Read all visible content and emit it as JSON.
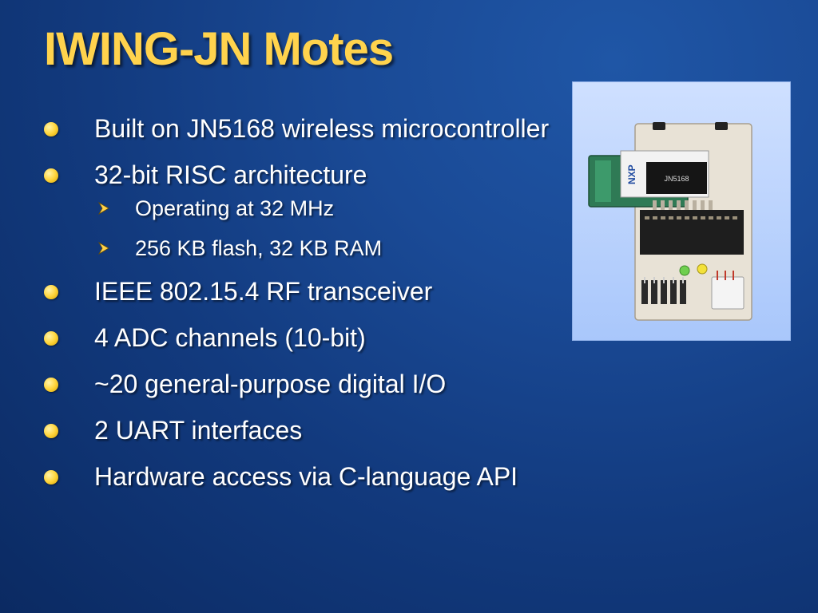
{
  "slide": {
    "title": "IWING-JN Motes",
    "bullets": [
      {
        "text": "Built on JN5168 wireless microcontroller"
      },
      {
        "text": "32-bit RISC architecture",
        "sub": [
          {
            "text": "Operating at 32 MHz"
          },
          {
            "text": "256 KB flash, 32 KB RAM"
          }
        ]
      },
      {
        "text": "IEEE 802.15.4 RF transceiver"
      },
      {
        "text": "4 ADC channels (10-bit)"
      },
      {
        "text": "~20 general-purpose digital I/O"
      },
      {
        "text": "2 UART interfaces"
      },
      {
        "text": "Hardware access via C-language API"
      }
    ],
    "photo": {
      "module_logo": "NXP",
      "module_label": "JN5168"
    },
    "colors": {
      "title": "#ffd34d",
      "bullet": "#ffd53c",
      "background": "#1a4a96"
    }
  }
}
